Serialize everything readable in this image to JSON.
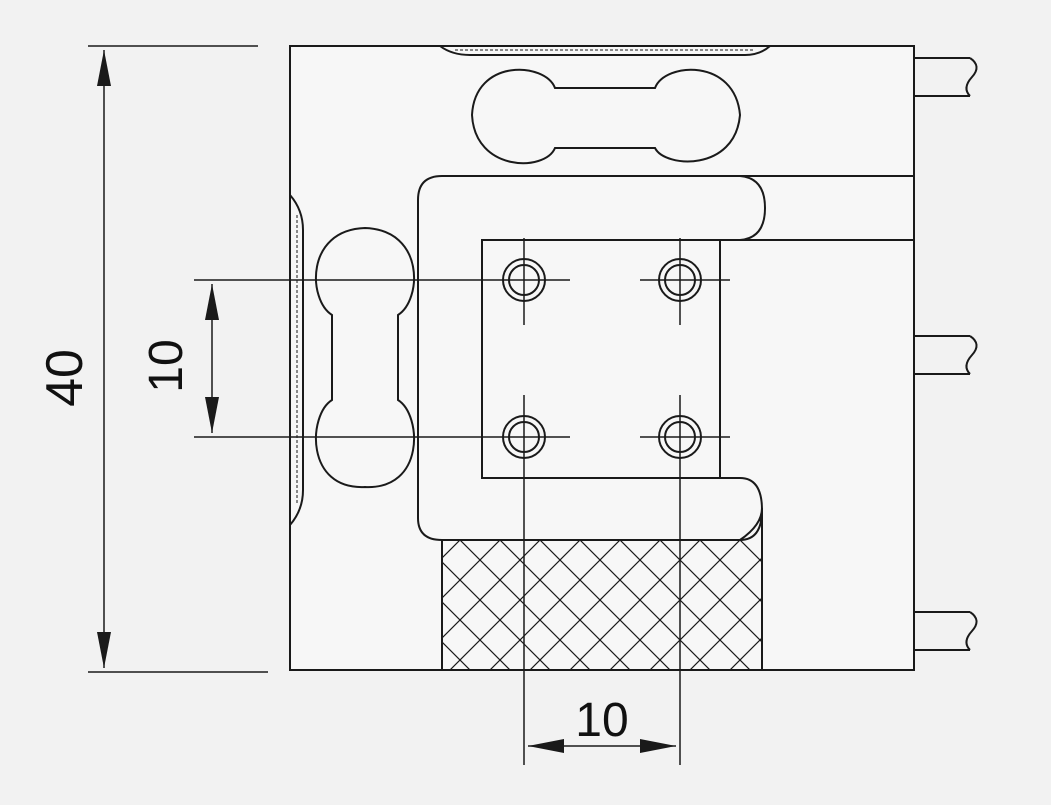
{
  "drawing": {
    "colors": {
      "background": "#f2f2f2",
      "body_fill": "#f7f7f7",
      "line": "#1a1a1a"
    },
    "dimensions": {
      "height": "40",
      "hole_spacing_vertical": "10",
      "hole_spacing_horizontal": "10"
    }
  }
}
